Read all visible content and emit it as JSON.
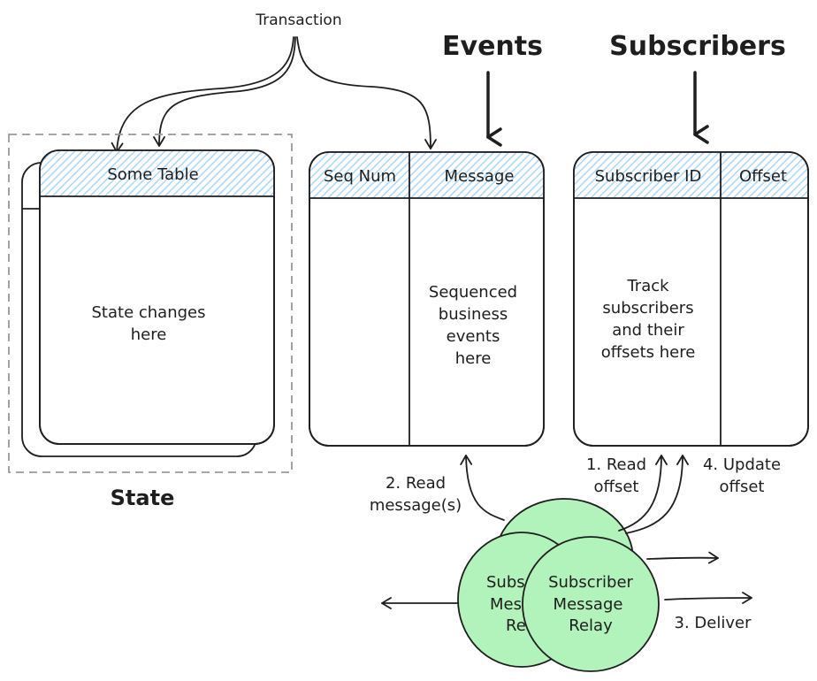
{
  "transaction_label": "Transaction",
  "state": {
    "label": "State",
    "table_header": "Some Table",
    "body": [
      "State changes",
      "here"
    ]
  },
  "events": {
    "label": "Events",
    "columns": [
      "Seq Num",
      "Message"
    ],
    "body": [
      "Sequenced",
      "business",
      "events",
      "here"
    ]
  },
  "subscribers": {
    "label": "Subscribers",
    "columns": [
      "Subscriber ID",
      "Offset"
    ],
    "body": [
      "Track",
      "subscribers",
      "and their",
      "offsets here"
    ]
  },
  "steps": {
    "read_offset": [
      "1. Read",
      "offset"
    ],
    "read_messages": [
      "2. Read",
      "message(s)"
    ],
    "deliver": "3. Deliver",
    "update_offset": [
      "4. Update",
      "offset"
    ]
  },
  "relay": {
    "back_label": [
      "Subs",
      "Mess",
      "Rel"
    ],
    "front_label": [
      "Subscriber",
      "Message",
      "Relay"
    ]
  },
  "colors": {
    "header_fill": "#a5d8ff",
    "relay_fill": "#b2f2bb",
    "stroke": "#1e1e1e",
    "dashed_frame": "#999999"
  }
}
